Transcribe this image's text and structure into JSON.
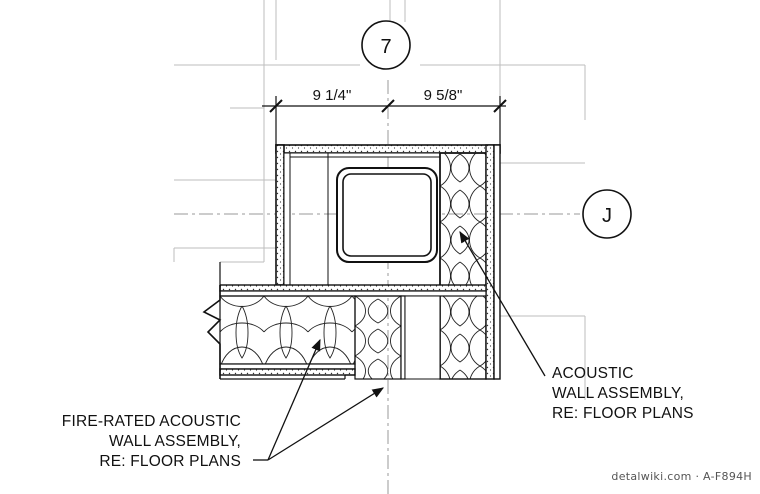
{
  "gridlines": {
    "column": "7",
    "row": "J"
  },
  "dimensions": {
    "left": "9 1/4\"",
    "right": "9 5/8\""
  },
  "notes": {
    "fire_rated": [
      "FIRE-RATED ACOUSTIC",
      "WALL ASSEMBLY,",
      "RE: FLOOR PLANS"
    ],
    "acoustic": [
      "ACOUSTIC",
      "WALL ASSEMBLY,",
      "RE: FLOOR PLANS"
    ]
  },
  "credit": "detalwiki.com · A-F894H"
}
